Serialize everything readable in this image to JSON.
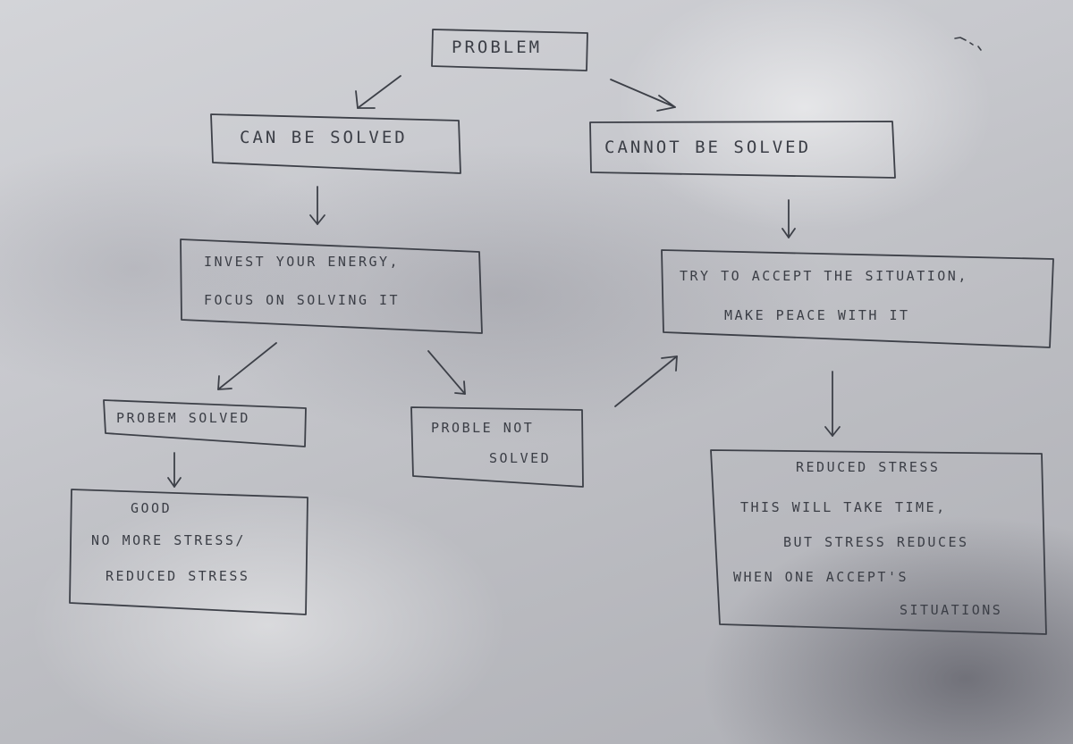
{
  "nodes": {
    "problem": {
      "text": "PROBLEM"
    },
    "can_be_solved": {
      "text": "CAN BE SOLVED"
    },
    "cannot_be_solved": {
      "text": "CANNOT BE SOLVED"
    },
    "invest_energy": {
      "line1": "INVEST YOUR ENERGY,",
      "line2": "FOCUS ON SOLVING IT"
    },
    "accept_situation": {
      "line1": "TRY TO ACCEPT THE SITUATION,",
      "line2": "MAKE PEACE WITH IT"
    },
    "problem_solved": {
      "text": "PROBEM SOLVED"
    },
    "problem_not_solved": {
      "line1": "PROBLE NOT",
      "line2": "SOLVED"
    },
    "good": {
      "line1": "GOOD",
      "line2": "NO MORE STRESS/",
      "line3": "REDUCED STRESS"
    },
    "reduced_stress": {
      "line1": "REDUCED STRESS",
      "line2": "THIS WILL TAKE TIME,",
      "line3": "BUT STRESS REDUCES",
      "line4": "WHEN ONE ACCEPT'S",
      "line5": "SITUATIONS"
    }
  },
  "colors": {
    "ink": "#3b3e46",
    "paper": "#c9cace"
  }
}
